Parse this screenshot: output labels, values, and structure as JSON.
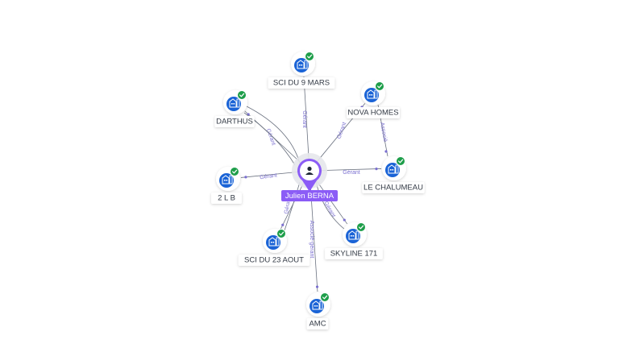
{
  "center": {
    "name": "Julien BERNA",
    "icon": "person-icon",
    "color": "#8b5cf6"
  },
  "companies": [
    {
      "id": "sci-du-9-mars",
      "name": "SCI DU 9 MARS",
      "icon": "building-icon",
      "status": "verified"
    },
    {
      "id": "nova-homes",
      "name": "NOVA HOMES",
      "icon": "building-icon",
      "status": "verified"
    },
    {
      "id": "darthus",
      "name": "DARTHUS",
      "icon": "building-icon",
      "status": "verified"
    },
    {
      "id": "2-l-b",
      "name": "2 L B",
      "icon": "building-icon",
      "status": "verified"
    },
    {
      "id": "le-chalumeau",
      "name": "LE CHALUMEAU",
      "icon": "building-icon",
      "status": "verified"
    },
    {
      "id": "sci-du-23-aout",
      "name": "SCI DU 23 AOUT",
      "icon": "building-icon",
      "status": "verified"
    },
    {
      "id": "skyline-171",
      "name": "SKYLINE 171",
      "icon": "building-icon",
      "status": "verified"
    },
    {
      "id": "amc",
      "name": "AMC",
      "icon": "building-icon",
      "status": "verified"
    }
  ],
  "relations": [
    {
      "target": "sci-du-9-mars",
      "label": "Gérant"
    },
    {
      "target": "nova-homes",
      "label": "Gérant"
    },
    {
      "target": "darthus",
      "label": "Gérant"
    },
    {
      "target": "2-l-b",
      "label": "Gérant"
    },
    {
      "target": "le-chalumeau",
      "label": "Gérant"
    },
    {
      "target": "sci-du-23-aout",
      "label": "Gérant"
    },
    {
      "target": "skyline-171",
      "label": "Gérant"
    },
    {
      "target": "amc",
      "label": "Associé-gérant"
    }
  ],
  "cross_relations": [
    {
      "from": "nova-homes",
      "to": "le-chalumeau",
      "label": "Associé"
    }
  ],
  "colors": {
    "company_icon": "#1a63d6",
    "verified_badge": "#1e9e4a",
    "edge": "#6b7280",
    "edge_label": "#7a6fd0"
  }
}
